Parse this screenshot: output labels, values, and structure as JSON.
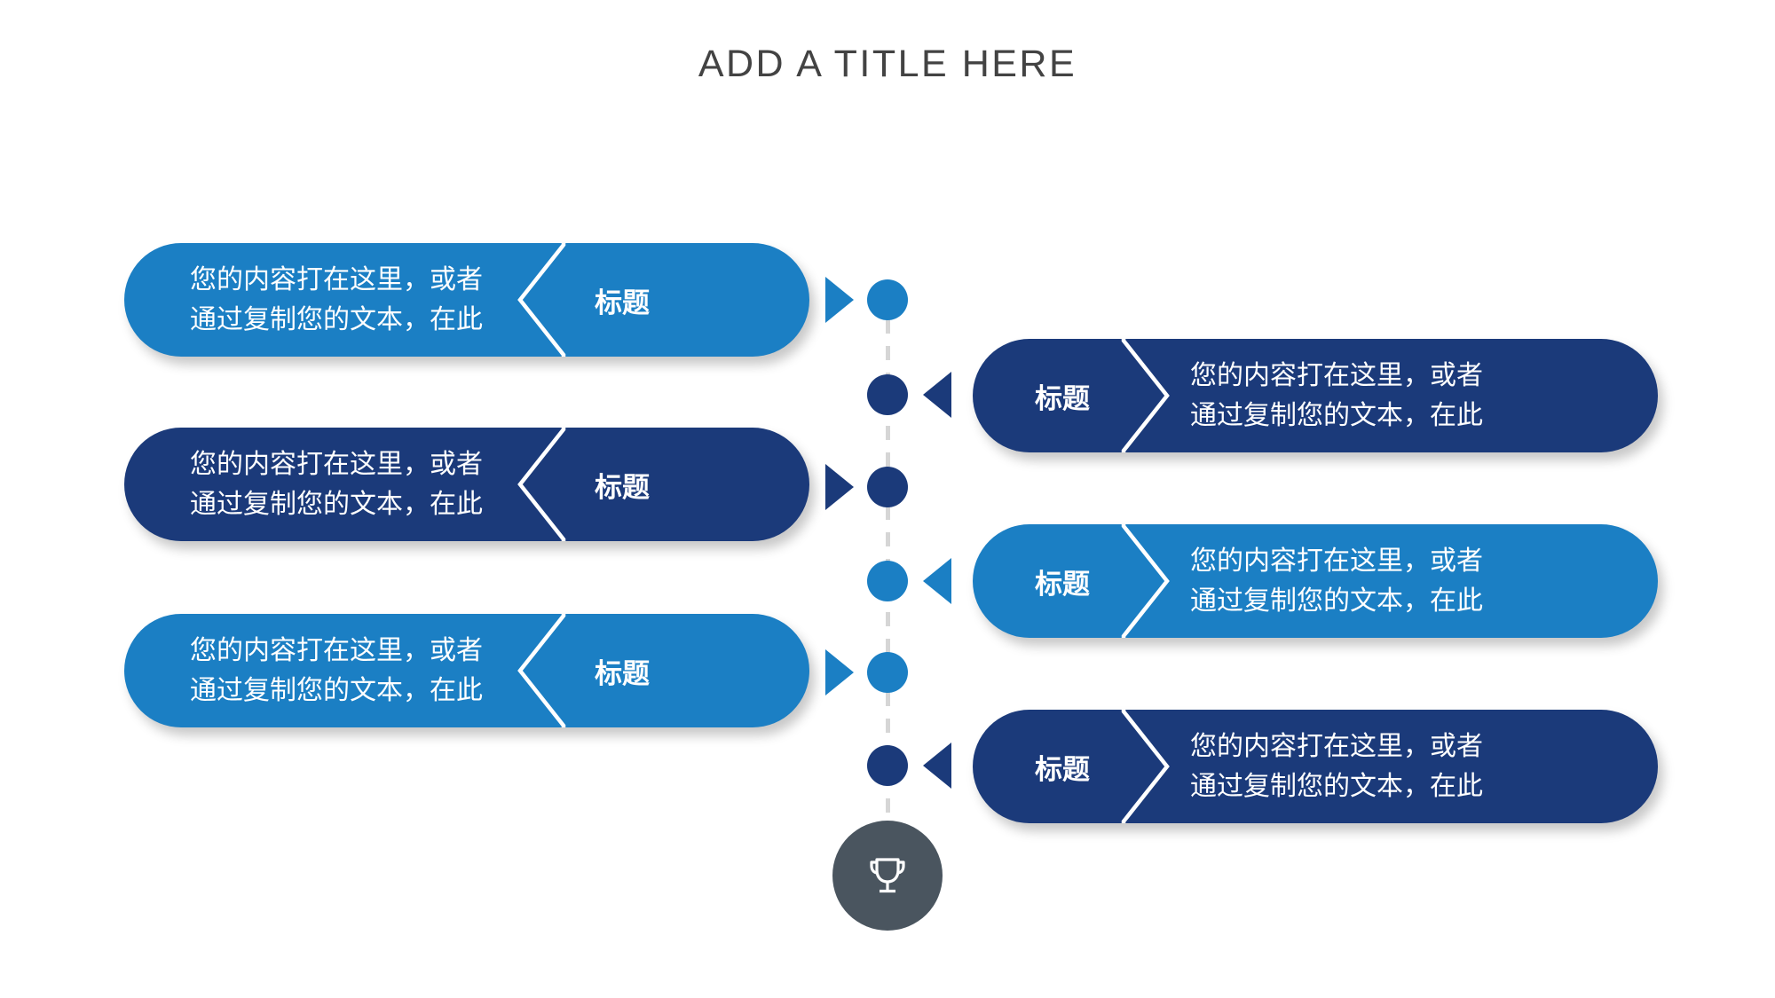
{
  "slide": {
    "title": "ADD A TITLE HERE",
    "background_color": "#ffffff",
    "title_color": "#434343"
  },
  "palette": {
    "light_blue": "#1b7fc4",
    "navy": "#1b3a7a",
    "dashed_line": "#d6d6d6",
    "medallion": "#4a555f",
    "text_on_card": "#ffffff"
  },
  "left_items": [
    {
      "label": "标题",
      "body": "您的内容打在这里，或者\n通过复制您的文本，在此",
      "color": "light_blue"
    },
    {
      "label": "标题",
      "body": "您的内容打在这里，或者\n通过复制您的文本，在此",
      "color": "navy"
    },
    {
      "label": "标题",
      "body": "您的内容打在这里，或者\n通过复制您的文本，在此",
      "color": "light_blue"
    }
  ],
  "right_items": [
    {
      "label": "标题",
      "body": "您的内容打在这里，或者\n通过复制您的文本，在此",
      "color": "navy"
    },
    {
      "label": "标题",
      "body": "您的内容打在这里，或者\n通过复制您的文本，在此",
      "color": "light_blue"
    },
    {
      "label": "标题",
      "body": "您的内容打在这里，或者\n通过复制您的文本，在此",
      "color": "navy"
    }
  ],
  "timeline": {
    "dots": [
      {
        "color": "light_blue",
        "side": "left"
      },
      {
        "color": "navy",
        "side": "right"
      },
      {
        "color": "navy",
        "side": "left"
      },
      {
        "color": "light_blue",
        "side": "right"
      },
      {
        "color": "light_blue",
        "side": "left"
      },
      {
        "color": "navy",
        "side": "right"
      }
    ],
    "end_icon": "trophy-icon"
  }
}
